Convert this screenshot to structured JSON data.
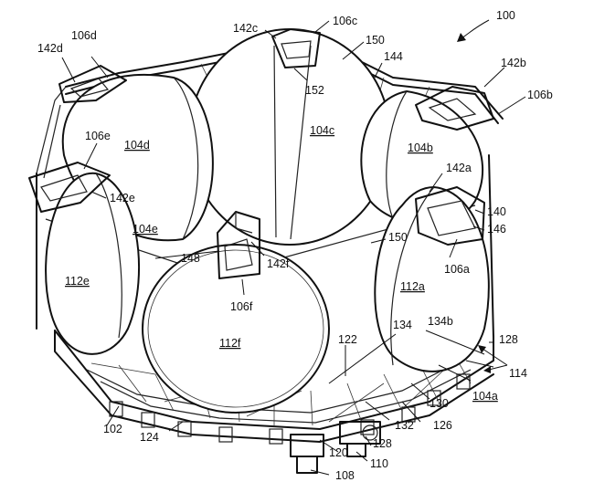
{
  "labels": {
    "fig_ref": "100",
    "l142c": "142c",
    "l106c": "106c",
    "l142d": "142d",
    "l106d": "106d",
    "l150a": "150",
    "l144": "144",
    "l142b": "142b",
    "l152": "152",
    "l106b": "106b",
    "l104c": "104c",
    "l106e": "106e",
    "l104d": "104d",
    "l104b": "104b",
    "l142a": "142a",
    "l142e": "142e",
    "l140": "140",
    "l104e": "104e",
    "l146": "146",
    "l150b": "150",
    "l148": "148",
    "l142f": "142f",
    "l106a": "106a",
    "l112e": "112e",
    "l112a": "112a",
    "l106f": "106f",
    "l134": "134",
    "l134b": "134b",
    "l122": "122",
    "l112f": "112f",
    "l128a": "128",
    "l114": "114",
    "l104a": "104a",
    "l130": "130",
    "l102": "102",
    "l124": "124",
    "l132": "132",
    "l126": "126",
    "l128b": "128",
    "l120": "120",
    "l110": "110",
    "l108": "108"
  }
}
